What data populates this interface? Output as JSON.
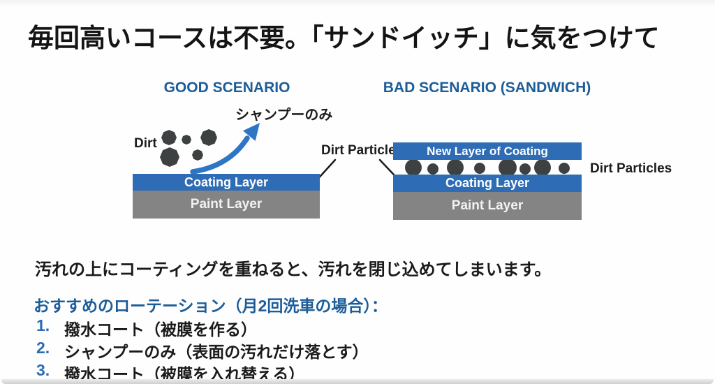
{
  "title": "毎回高いコースは不要。「サンドイッチ」に気をつけて",
  "diagram": {
    "good": {
      "heading": "GOOD SCENARIO",
      "arrow_label": "シャンプーのみ",
      "dirt_label": "Dirt",
      "layers": [
        {
          "label": "Coating Layer",
          "color": "#2e6cb5"
        },
        {
          "label": "Paint Layer",
          "color": "#848484"
        }
      ]
    },
    "bad": {
      "heading": "BAD SCENARIO (SANDWICH)",
      "center_callout": "Dirt Particles",
      "right_label": "Dirt Particles",
      "layers": [
        {
          "label": "New Layer of Coating",
          "color": "#2e6cb5"
        },
        {
          "label": "Coating Layer",
          "color": "#2e6cb5"
        },
        {
          "label": "Paint Layer",
          "color": "#848484"
        }
      ]
    }
  },
  "caption": "汚れの上にコーティングを重ねると、汚れを閉じ込めてしまいます。",
  "recommendation": {
    "heading": "おすすめのローテーション（月2回洗車の場合）：",
    "items": [
      {
        "num": "1.",
        "text": "撥水コート（被膜を作る）"
      },
      {
        "num": "2.",
        "text": "シャンプーのみ（表面の汚れだけ落とす）"
      },
      {
        "num": "3.",
        "text": "撥水コート（被膜を入れ替える）"
      }
    ]
  },
  "colors": {
    "heading_blue": "#1c5d99",
    "bar_blue": "#2e6cb5",
    "paint_gray": "#848484",
    "dirt_gray": "#3e4142",
    "arrow_blue": "#2d76c6",
    "number_blue": "#2b6cb7",
    "text_black": "#171717"
  }
}
